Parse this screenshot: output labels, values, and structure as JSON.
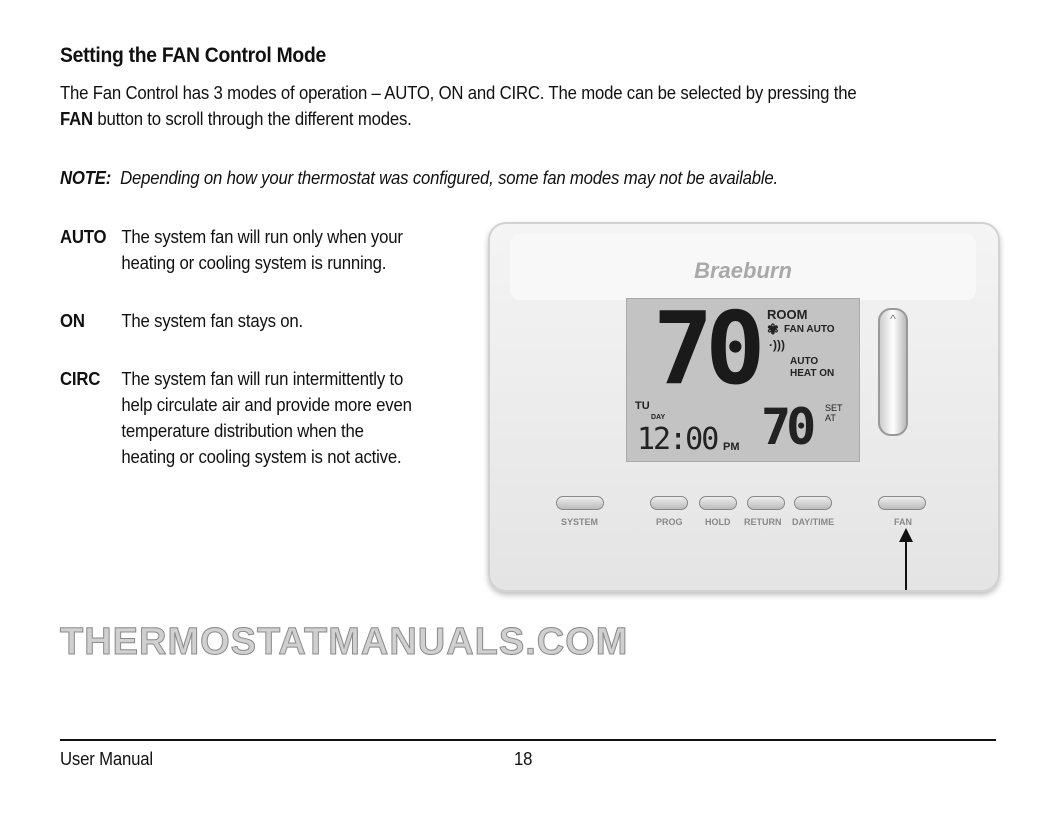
{
  "heading": "Setting the FAN Control Mode",
  "intro_line1": "The Fan Control has 3 modes of operation – AUTO, ON and CIRC. The mode can be selected by pressing the",
  "intro_fan": "FAN",
  "intro_line2_rest": " button to scroll through the different modes.",
  "note_label": "NOTE:",
  "note_text": "Depending on how your thermostat was configured, some fan modes may not be available.",
  "modes": [
    {
      "term": "AUTO",
      "lines": [
        "The system fan will run only when your",
        "heating or cooling system is running."
      ]
    },
    {
      "term": "ON",
      "lines": [
        "The system fan stays on."
      ]
    },
    {
      "term": "CIRC",
      "lines": [
        "The system fan will run intermittently to",
        "help circulate air and provide more even",
        "temperature distribution when the",
        "heating or cooling system is not active."
      ]
    }
  ],
  "thermostat": {
    "brand": "Braeburn",
    "room_temp": "70",
    "room_label": "ROOM",
    "fan_label": "FAN AUTO",
    "mode_label": "AUTO",
    "heat_label": "HEAT ON",
    "day": "TU",
    "day_label": "DAY",
    "time": "12:00",
    "ampm": "PM",
    "set_temp": "70",
    "set_label1": "SET",
    "set_label2": "AT",
    "buttons": [
      "SYSTEM",
      "PROG",
      "HOLD",
      "RETURN",
      "DAY/TIME",
      "FAN"
    ]
  },
  "watermark": "THERMOSTATMANUALS.COM",
  "footer": {
    "left": "User Manual",
    "page": "18"
  }
}
